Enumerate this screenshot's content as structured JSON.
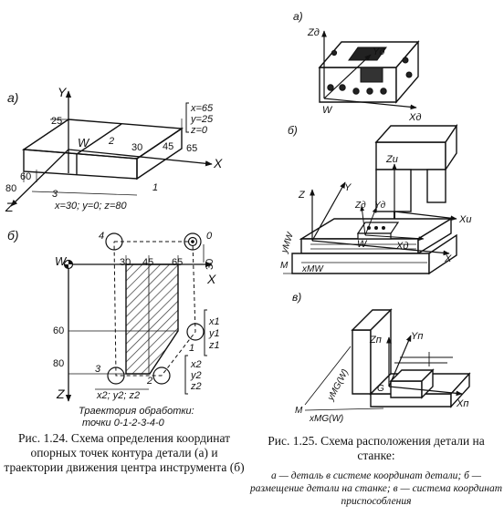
{
  "fig124": {
    "panel_a_label": "а)",
    "panel_b_label": "б)",
    "a": {
      "axis_y": "Y",
      "axis_x": "X",
      "axis_z": "Z",
      "w_label": "W",
      "n25": "25",
      "n30": "30",
      "n45": "45",
      "n65": "65",
      "n60": "60",
      "n80": "80",
      "p2": "2",
      "p1": "1",
      "p3": "3",
      "coords_top": [
        "x=65",
        "y=25",
        "z=0"
      ],
      "coords_bottom": "x=30; y=0; z=80"
    },
    "b": {
      "axis_x": "X",
      "axis_z": "Z",
      "w_label": "W",
      "n30": "30",
      "n45": "45",
      "n65": "65",
      "n60": "60",
      "n80": "80",
      "n30v": "30",
      "p4": "4",
      "p0": "0",
      "p1": "1",
      "p2": "2",
      "p3": "3",
      "group1": [
        "x1",
        "y1",
        "z1"
      ],
      "group2": [
        "x2",
        "y2",
        "z2"
      ],
      "bottom_group": "x2; y2; z2",
      "traj_title": "Траектория обработки:",
      "traj_points": "точки 0-1-2-3-4-0"
    },
    "caption": "Рис. 1.24. Схема определения координат опорных точек контура детали (а) и траектории движения центра инструмента (б)"
  },
  "fig125": {
    "panel_a_label": "а)",
    "panel_b_label": "б)",
    "panel_c_label": "в)",
    "a": {
      "zd": "Zд",
      "yd": "Yд",
      "xd": "Xд",
      "w": "W"
    },
    "b": {
      "zu": "Zu",
      "zd": "Zд",
      "yd": "Yд",
      "z": "Z",
      "y": "Y",
      "xu": "Xu",
      "xd": "Xд",
      "x": "X",
      "w": "W",
      "m": "M",
      "ymw": "yMW",
      "xmw": "xMW"
    },
    "c": {
      "zn": "Zп",
      "yn": "Yп",
      "xn": "Xп",
      "g": "G",
      "m": "M",
      "ymg": "yMG(W)",
      "xmg": "xMG(W)"
    },
    "caption_title": "Рис. 1.25. Схема расположения детали на станке:",
    "caption_note": "а — деталь в системе координат детали; б — размещение детали на станке; в — система координат приспособления"
  }
}
